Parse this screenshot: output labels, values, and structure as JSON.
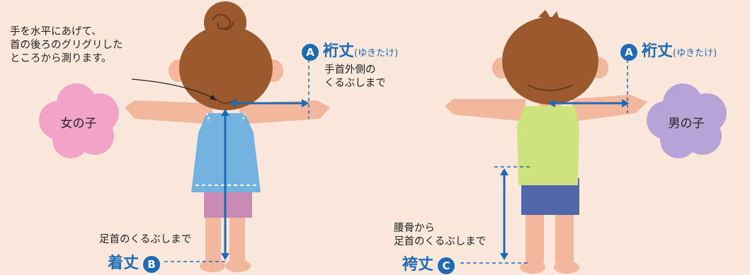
{
  "note_girl": {
    "line1": "手を水平にあげて、",
    "line2": "首の後ろのグリグリした",
    "line3": "ところから測ります。"
  },
  "yuki_left": {
    "badge": "A",
    "title": "裄丈",
    "reading": "(ゆきたけ)",
    "desc1": "手首外側の",
    "desc2": "くるぶしまで"
  },
  "yuki_right": {
    "badge": "A",
    "title": "裄丈",
    "reading": "(ゆきたけ)"
  },
  "girl_label": "女の子",
  "boy_label": "男の子",
  "kitake": {
    "desc": "足首のくるぶしまで",
    "title": "着丈",
    "badge": "B"
  },
  "hakama": {
    "desc1": "腰骨から",
    "desc2": "足首のくるぶしまで",
    "title": "袴丈",
    "badge": "C"
  },
  "colors": {
    "background": "#fbe8dd",
    "accent_blue": "#1e6bb3",
    "skin": "#f2b79c",
    "hair": "#9a5a2e",
    "girl_dress": "#74b3e1",
    "girl_shorts": "#c98ab4",
    "boy_shirt": "#cfe37c",
    "boy_shorts": "#4f67a6",
    "flower_pink": "#f3a3c8",
    "flower_purple": "#b8a3d6"
  }
}
